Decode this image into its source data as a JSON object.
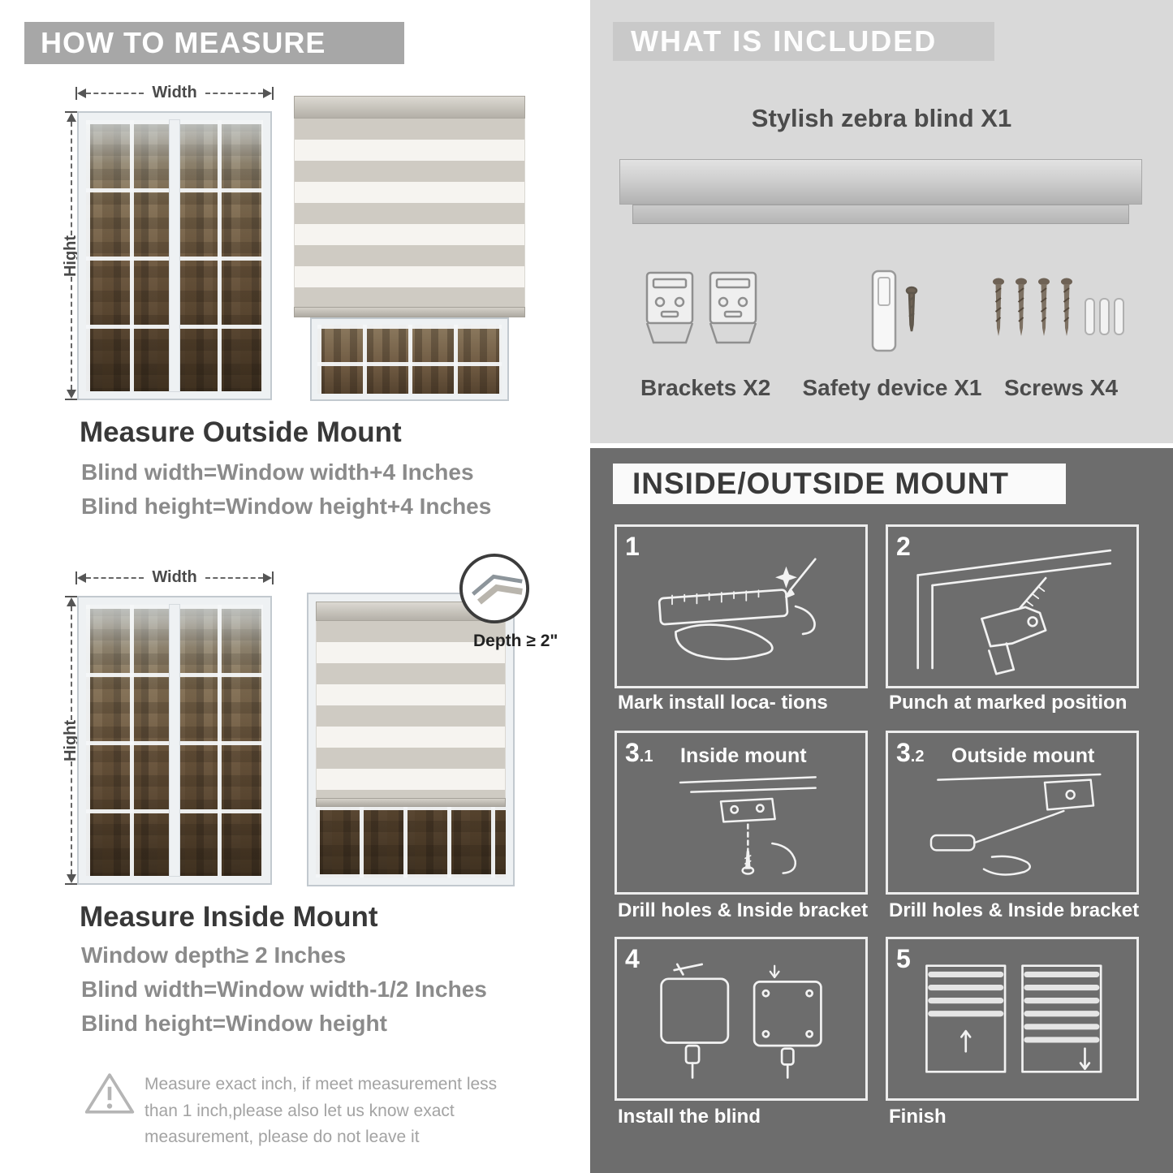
{
  "left": {
    "header": "HOW TO MEASURE",
    "outside": {
      "width_label": "Width",
      "height_label": "Hight",
      "title": "Measure Outside Mount",
      "formulas": [
        "Blind width=Window width+4 Inches",
        "Blind height=Window height+4 Inches"
      ]
    },
    "inside": {
      "width_label": "Width",
      "height_label": "Hight",
      "depth_label": "Depth ≥ 2\"",
      "title": "Measure Inside Mount",
      "formulas": [
        "Window depth≥ 2 Inches",
        "Blind width=Window width-1/2 Inches",
        "Blind height=Window height"
      ]
    },
    "note": "Measure exact inch, if meet measurement less than 1 inch,please also let us know exact measurement, please do not leave it"
  },
  "included": {
    "header": "WHAT IS INCLUDED",
    "blind_label": "Stylish zebra blind X1",
    "items": [
      "Brackets X2",
      "Safety device X1",
      "Screws X4"
    ]
  },
  "mount": {
    "header": "INSIDE/OUTSIDE MOUNT",
    "steps": [
      {
        "num": "1",
        "sub": "",
        "tag": "",
        "caption": "Mark install loca- tions"
      },
      {
        "num": "2",
        "sub": "",
        "tag": "",
        "caption": "Punch at  marked position"
      },
      {
        "num": "3",
        "sub": ".1",
        "tag": "Inside mount",
        "caption": "Drill holes &  Inside bracket"
      },
      {
        "num": "3",
        "sub": ".2",
        "tag": "Outside mount",
        "caption": "Drill holes &  Inside bracket"
      },
      {
        "num": "4",
        "sub": "",
        "tag": "",
        "caption": "Install the blind"
      },
      {
        "num": "5",
        "sub": "",
        "tag": "",
        "caption": "Finish"
      }
    ]
  },
  "colors": {
    "banner_gray": "#a7a7a7",
    "included_bg": "#d9d9d9",
    "mount_bg": "#6d6d6d",
    "heading_dark": "#383838",
    "formula_gray": "#8b8b8b"
  }
}
